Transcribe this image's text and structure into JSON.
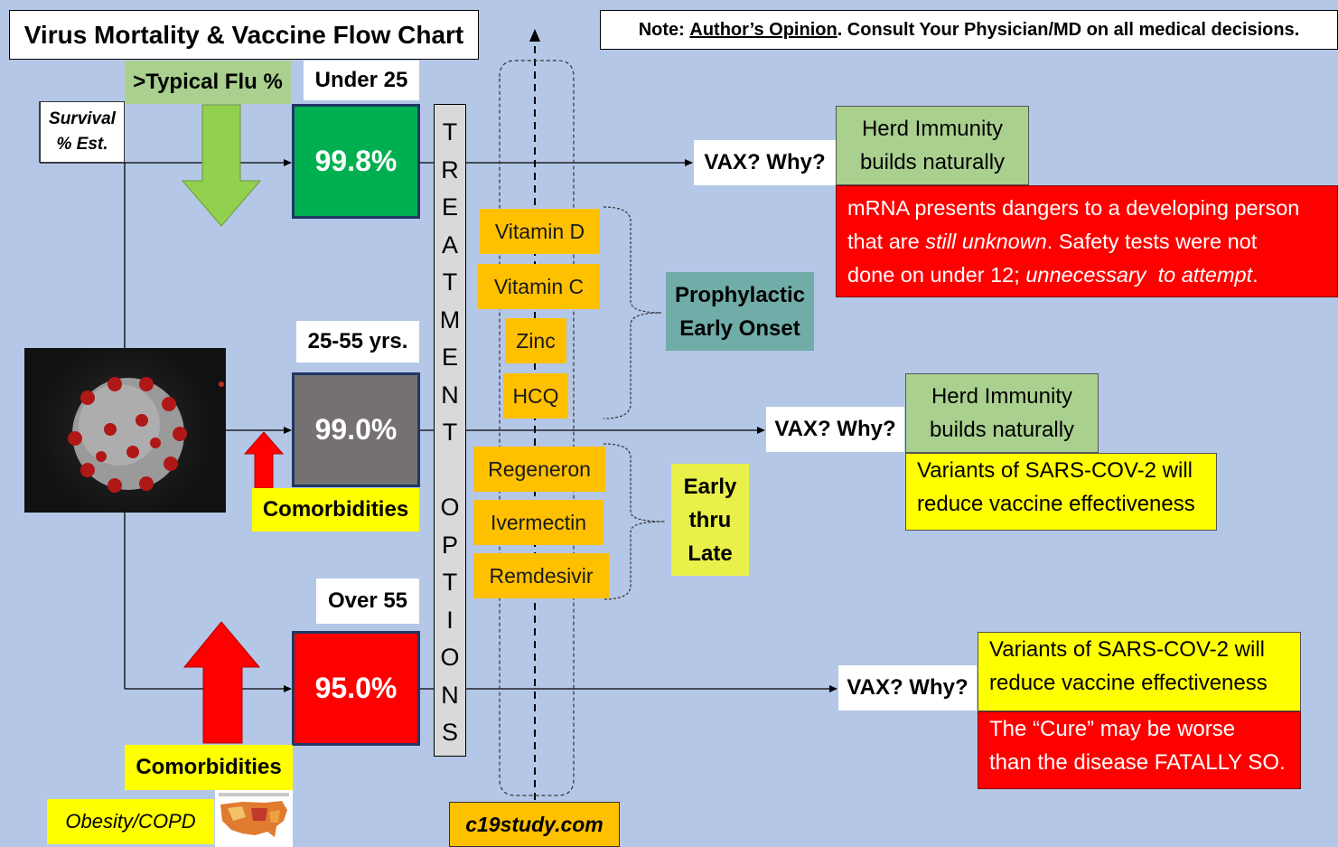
{
  "header": {
    "title": "Virus Mortality & Vaccine Flow Chart",
    "note_prefix": "Note: ",
    "note_link": "Author’s Opinion",
    "note_suffix": ". Consult Your Physician/MD on all medical decisions."
  },
  "survival_label": {
    "line1": "Survival",
    "line2": "% Est."
  },
  "typical_flu": ">Typical Flu %",
  "groups": {
    "young": {
      "age": "Under 25",
      "survival": "99.8%"
    },
    "middle": {
      "age": "25-55 yrs.",
      "survival": "99.0%"
    },
    "old": {
      "age": "Over 55",
      "survival": "95.0%"
    }
  },
  "comorbidities": "Comorbidities",
  "obesity_copd": "Obesity/COPD",
  "treatment_options_letters": [
    "T",
    "R",
    "E",
    "A",
    "T",
    "M",
    "E",
    "N",
    "T",
    "",
    "O",
    "P",
    "T",
    "I",
    "O",
    "N",
    "S"
  ],
  "prophylactic_treatments": [
    "Vitamin D",
    "Vitamin C",
    "Zinc",
    "HCQ"
  ],
  "prophylactic_label": {
    "line1": "Prophylactic",
    "line2": "Early Onset"
  },
  "late_treatments": [
    "Regeneron",
    "Ivermectin",
    "Remdesivir"
  ],
  "late_label": {
    "line1": "Early",
    "line2": "thru",
    "line3": "Late"
  },
  "vax_why": "VAX? Why?",
  "herd_immunity": {
    "line1": "Herd Immunity",
    "line2": "builds naturally"
  },
  "mrna_warning": {
    "p1": "mRNA presents dangers to a developing person",
    "p2a": "that are ",
    "p2b": "still unknown",
    "p2c": ". Safety tests were not",
    "p3a": "done on under 12; ",
    "p3b": "unnecessary  to attempt",
    "p3c": "."
  },
  "variants": {
    "line1": "Variants of SARS-COV-2 will",
    "line2": "reduce vaccine effectiveness"
  },
  "cure_warning": {
    "line1": "The “Cure” may be worse",
    "line2": "than the disease FATALLY SO."
  },
  "website": "c19study.com",
  "colors": {
    "background": "#b4c7e7",
    "green_box": "#00b050",
    "gray_box": "#767171",
    "red_box": "#ff0000",
    "orange": "#ffc000",
    "yellow": "#ffff00",
    "light_green": "#a9d08e",
    "teal": "#70ada8",
    "pale_yellow": "#e8f049"
  },
  "icons": [
    "virus-image",
    "us-map-image",
    "arrow-down-green",
    "arrow-up-red"
  ]
}
